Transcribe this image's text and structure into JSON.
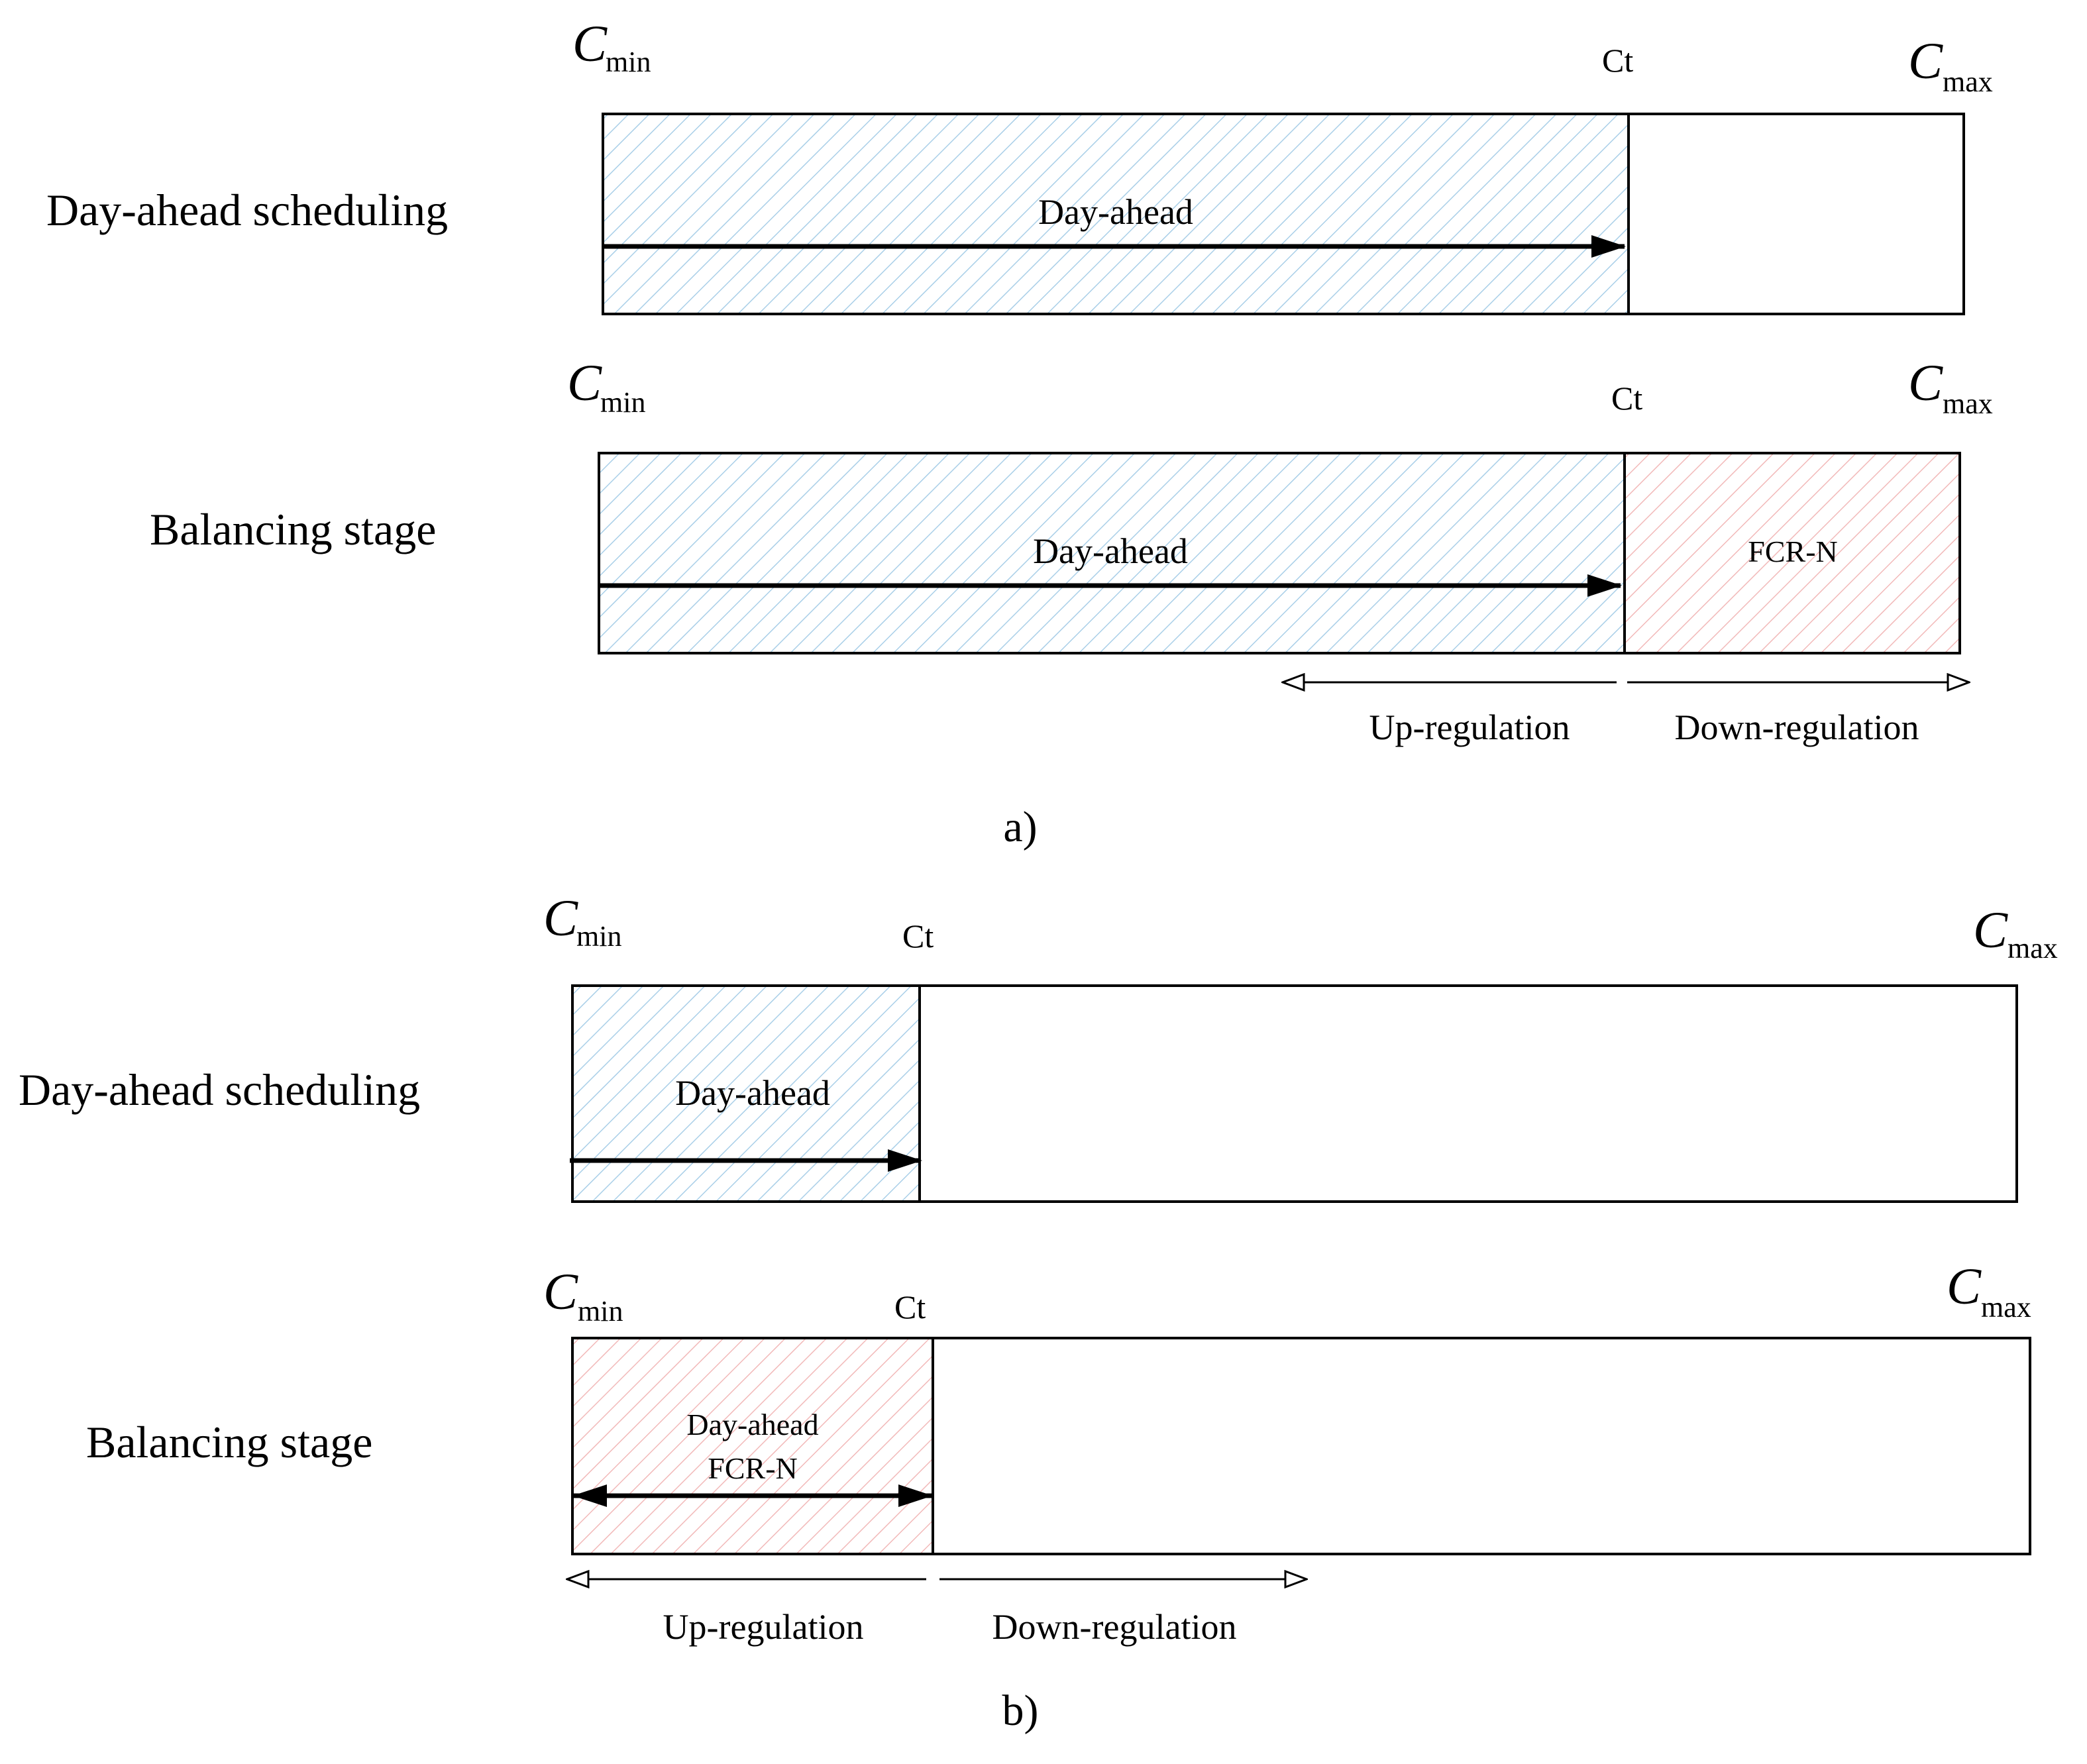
{
  "colors": {
    "day_ahead_hatch": "#a9cfe8",
    "fcr_hatch": "#f2b9b9",
    "outline": "#000000",
    "background": "#ffffff"
  },
  "symbols": {
    "c_min_main": "C",
    "c_min_sub": "min",
    "c_max_main": "C",
    "c_max_sub": "max",
    "ct": "Ct"
  },
  "panel_a": {
    "caption": "a)",
    "rows": [
      {
        "label": "Day-ahead scheduling",
        "segments": [
          {
            "name": "Day-ahead",
            "fill": "day_ahead"
          },
          {
            "name": "",
            "fill": "none"
          }
        ],
        "arrow": "Cmin → Ct"
      },
      {
        "label": "Balancing stage",
        "segments": [
          {
            "name": "Day-ahead",
            "fill": "day_ahead"
          },
          {
            "name": "FCR-N",
            "fill": "fcr"
          }
        ],
        "arrow": "Cmin → Ct",
        "regulation": {
          "up": "Up-regulation",
          "down": "Down-regulation"
        }
      }
    ]
  },
  "panel_b": {
    "caption": "b)",
    "rows": [
      {
        "label": "Day-ahead scheduling",
        "segments": [
          {
            "name": "Day-ahead",
            "fill": "day_ahead"
          },
          {
            "name": "",
            "fill": "none"
          }
        ],
        "arrow": "Cmin → Ct"
      },
      {
        "label": "Balancing stage",
        "segments": [
          {
            "name_line1": "Day-ahead",
            "name_line2": "FCR-N",
            "fill": "fcr"
          },
          {
            "name": "",
            "fill": "none"
          }
        ],
        "arrow": "Cmin ↔ Ct",
        "regulation": {
          "up": "Up-regulation",
          "down": "Down-regulation"
        }
      }
    ]
  }
}
